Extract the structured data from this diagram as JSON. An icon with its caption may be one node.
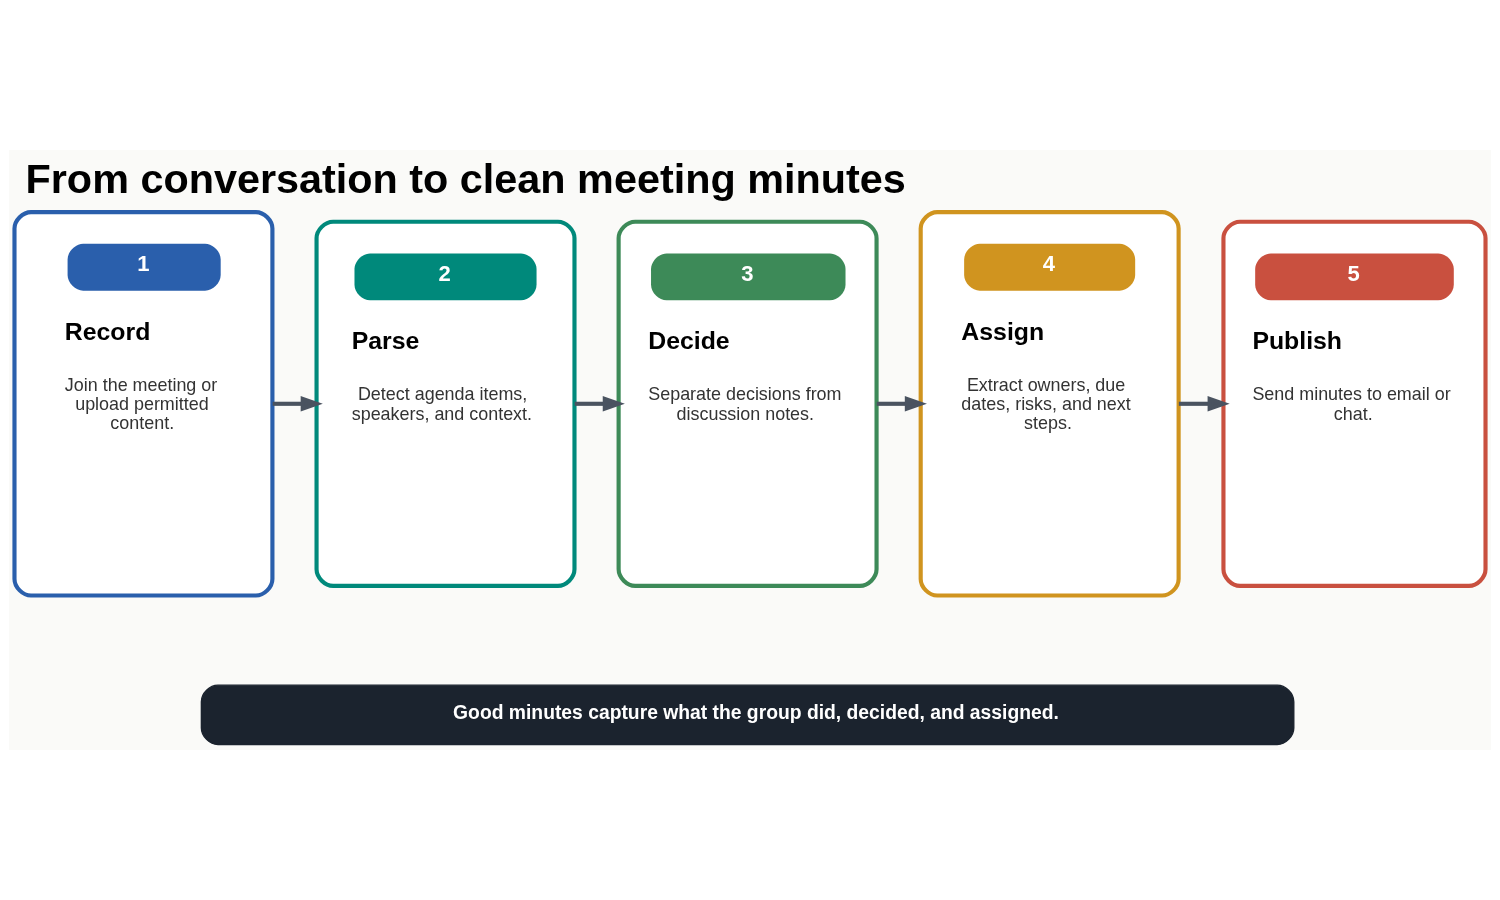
{
  "diagram": {
    "title": "From conversation to clean meeting minutes",
    "nodes": [
      {
        "text": [
          "1",
          "Record",
          "Join the meeting or upload permitted content."
        ]
      },
      {
        "text": [
          "2",
          "Parse",
          "Detect agenda items, speakers, and context."
        ]
      },
      {
        "text": [
          "3",
          "Decide",
          "Separate decisions from discussion notes."
        ]
      },
      {
        "text": [
          "4",
          "Assign",
          "Extract owners, due dates, risks, and next steps."
        ]
      },
      {
        "text": [
          "5",
          "Publish",
          "Send minutes to email or chat."
        ]
      },
      {
        "text": [
          "Good minutes capture what the group did, decided, and assigned."
        ]
      }
    ],
    "edges": [
      {
        "from": 0,
        "to": 1,
        "arrow": "to"
      },
      {
        "from": 1,
        "to": 2,
        "arrow": "to"
      },
      {
        "from": 2,
        "to": 3,
        "arrow": "to"
      },
      {
        "from": 3,
        "to": 4,
        "arrow": "to"
      }
    ]
  }
}
